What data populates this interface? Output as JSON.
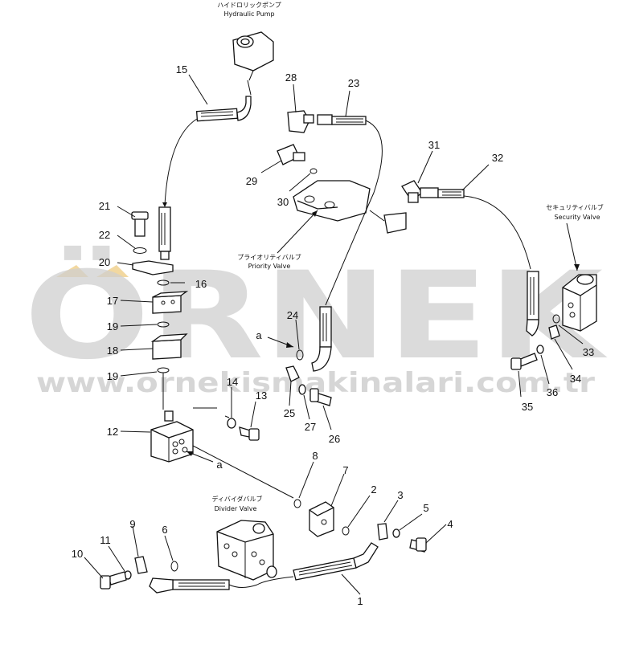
{
  "watermark": {
    "brand": "ÖRNEK",
    "url": "www.ornekismakinalari.com.tr",
    "brand_color": "#cfcfcf",
    "accent_color": "#f2d8a0"
  },
  "captions": {
    "hydraulic_pump_jp": "ハイドロリックポンプ",
    "hydraulic_pump_en": "Hydraulic Pump",
    "priority_valve_jp": "プライオリティバルブ",
    "priority_valve_en": "Priority Valve",
    "security_valve_jp": "セキュリティバルブ",
    "security_valve_en": "Security Valve",
    "divider_valve_jp": "ディバイダバルブ",
    "divider_valve_en": "Divider Valve"
  },
  "callouts": {
    "a1": "a",
    "a2": "a",
    "p1": "1",
    "p2": "2",
    "p3": "3",
    "p4": "4",
    "p5": "5",
    "p6": "6",
    "p7": "7",
    "p8": "8",
    "p9": "9",
    "p10": "10",
    "p11": "11",
    "p12": "12",
    "p13": "13",
    "p14": "14",
    "p15": "15",
    "p16": "16",
    "p17": "17",
    "p18": "18",
    "p19a": "19",
    "p19b": "19",
    "p20": "20",
    "p21": "21",
    "p22": "22",
    "p23": "23",
    "p24": "24",
    "p25": "25",
    "p26": "26",
    "p27": "27",
    "p28": "28",
    "p29": "29",
    "p30": "30",
    "p31": "31",
    "p32": "32",
    "p33": "33",
    "p34": "34",
    "p35": "35",
    "p36": "36"
  }
}
